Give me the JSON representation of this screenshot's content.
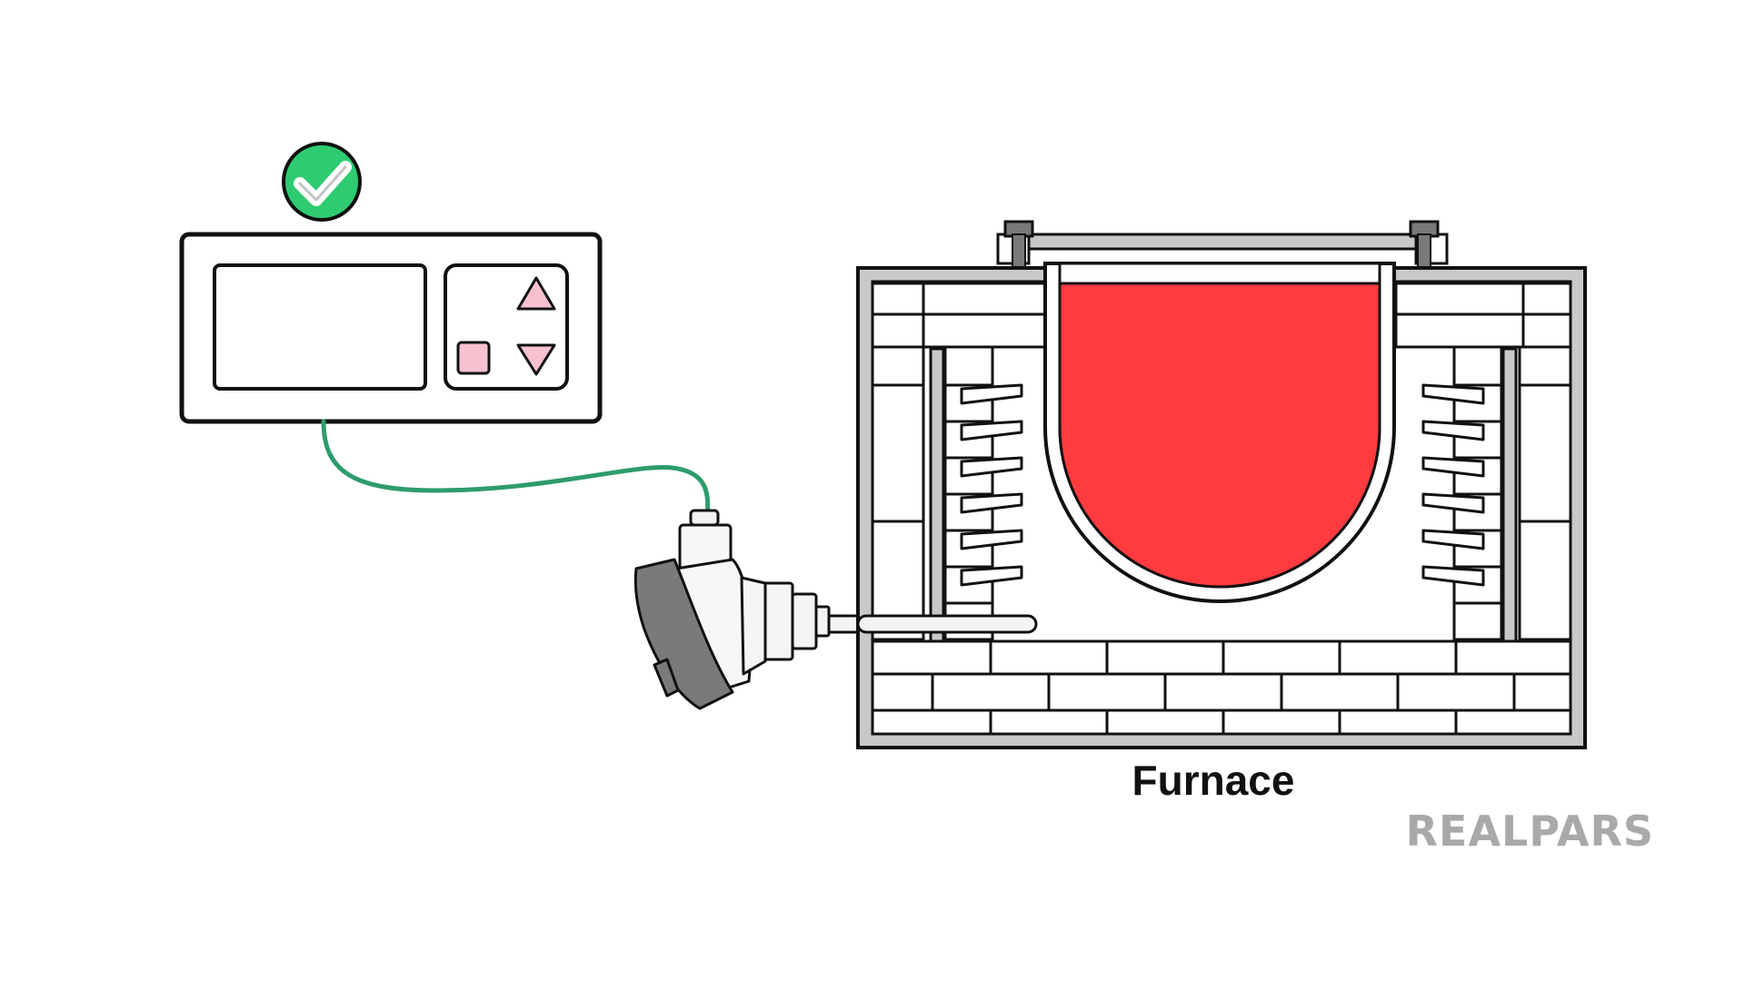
{
  "labels": {
    "furnace": "Furnace"
  },
  "brand": {
    "logo_text": "REALPARS"
  },
  "status": {
    "icon": "check-circle-icon",
    "state": "ok"
  },
  "colors": {
    "status_ok": "#2ecc71",
    "cable": "#2e9c6b",
    "molten_metal": "#ff3b3f",
    "controller_buttons": "#f7c1cf",
    "furnace_shell": "#c8c8c8",
    "thermocouple_head": "#7a7a7a",
    "brand_gray": "#a9a9a9"
  }
}
